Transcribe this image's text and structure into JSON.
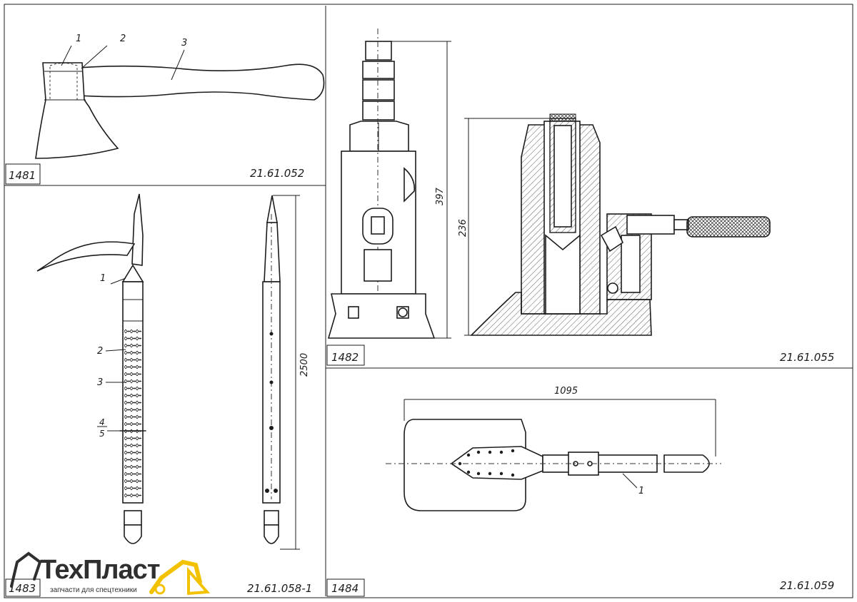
{
  "panels": {
    "p1481": {
      "number": "1481",
      "code": "21.61.052",
      "callouts": [
        "1",
        "2",
        "3"
      ]
    },
    "p1482": {
      "number": "1482",
      "code": "21.61.055",
      "dims": [
        "397",
        "236"
      ]
    },
    "p1483": {
      "number": "1483",
      "code": "21.61.058-1",
      "callouts": [
        "1",
        "2",
        "3",
        "4",
        "5"
      ],
      "dims": [
        "2500"
      ]
    },
    "p1484": {
      "number": "1484",
      "code": "21.61.059",
      "callouts": [
        "1"
      ],
      "dims": [
        "1095"
      ]
    }
  },
  "logo": {
    "brand_part1": "Тех",
    "brand_part2": "Пласт",
    "tagline": "запчасти для спецтехники",
    "accent": "#f2c200"
  }
}
